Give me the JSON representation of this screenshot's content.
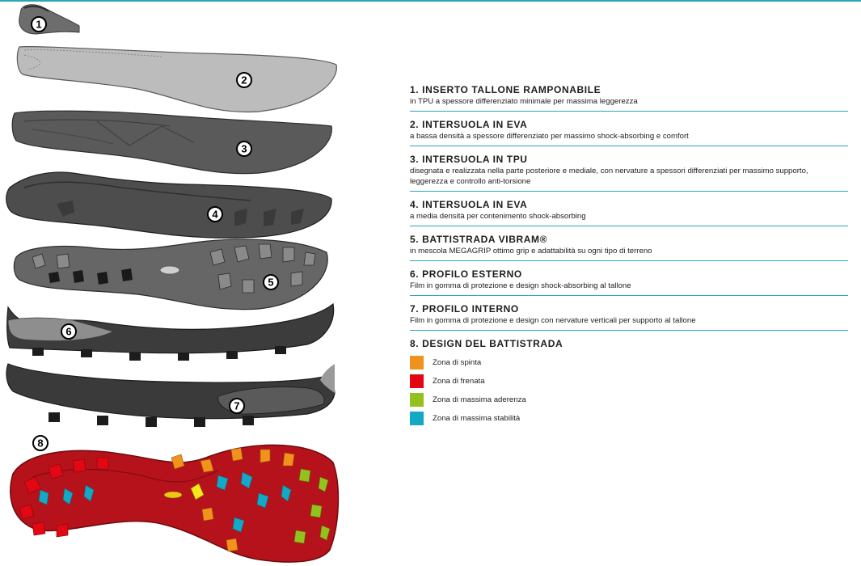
{
  "colors": {
    "accent_rule": "#2aa6b4",
    "spinta": "#f0921c",
    "frenata": "#e30613",
    "aderenza": "#95c11f",
    "stabilita": "#13a8c6"
  },
  "layers": [
    {
      "number": "1",
      "name": "heel-insert"
    },
    {
      "number": "2",
      "name": "eva-midsole-low"
    },
    {
      "number": "3",
      "name": "tpu-midsole"
    },
    {
      "number": "4",
      "name": "eva-midsole-medium"
    },
    {
      "number": "5",
      "name": "vibram-outsole"
    },
    {
      "number": "6",
      "name": "outer-profile"
    },
    {
      "number": "7",
      "name": "inner-profile"
    },
    {
      "number": "8",
      "name": "tread-design"
    }
  ],
  "legend": {
    "items": [
      {
        "title": "1. INSERTO TALLONE RAMPONABILE",
        "desc": "in TPU a spessore differenziato minimale per massima leggerezza"
      },
      {
        "title": "2. INTERSUOLA IN EVA",
        "desc": "a bassa densità a spessore differenziato per massimo shock-absorbing e comfort"
      },
      {
        "title": "3. INTERSUOLA IN TPU",
        "desc": "disegnata e realizzata nella parte posteriore e mediale, con nervature a spessori differenziati per massimo supporto, leggerezza e controllo anti-torsione"
      },
      {
        "title": "4. INTERSUOLA IN EVA",
        "desc": "a media densità per contenimento shock-absorbing"
      },
      {
        "title": "5. BATTISTRADA VIBRAM®",
        "desc": "in mescola MEGAGRIP ottimo grip e adattabilità su ogni tipo di terreno"
      },
      {
        "title": "6. PROFILO ESTERNO",
        "desc": "Film in gomma di protezione e design shock-absorbing al tallone"
      },
      {
        "title": "7. PROFILO INTERNO",
        "desc": "Film in gomma di protezione e design con nervature verticali per supporto al tallone"
      }
    ],
    "design_title": "8. DESIGN DEL BATTISTRADA",
    "zones": [
      {
        "label": "Zona di spinta",
        "color_key": "spinta"
      },
      {
        "label": "Zona di frenata",
        "color_key": "frenata"
      },
      {
        "label": "Zona di massima aderenza",
        "color_key": "aderenza"
      },
      {
        "label": "Zona di massima stabilità",
        "color_key": "stabilita"
      }
    ]
  }
}
